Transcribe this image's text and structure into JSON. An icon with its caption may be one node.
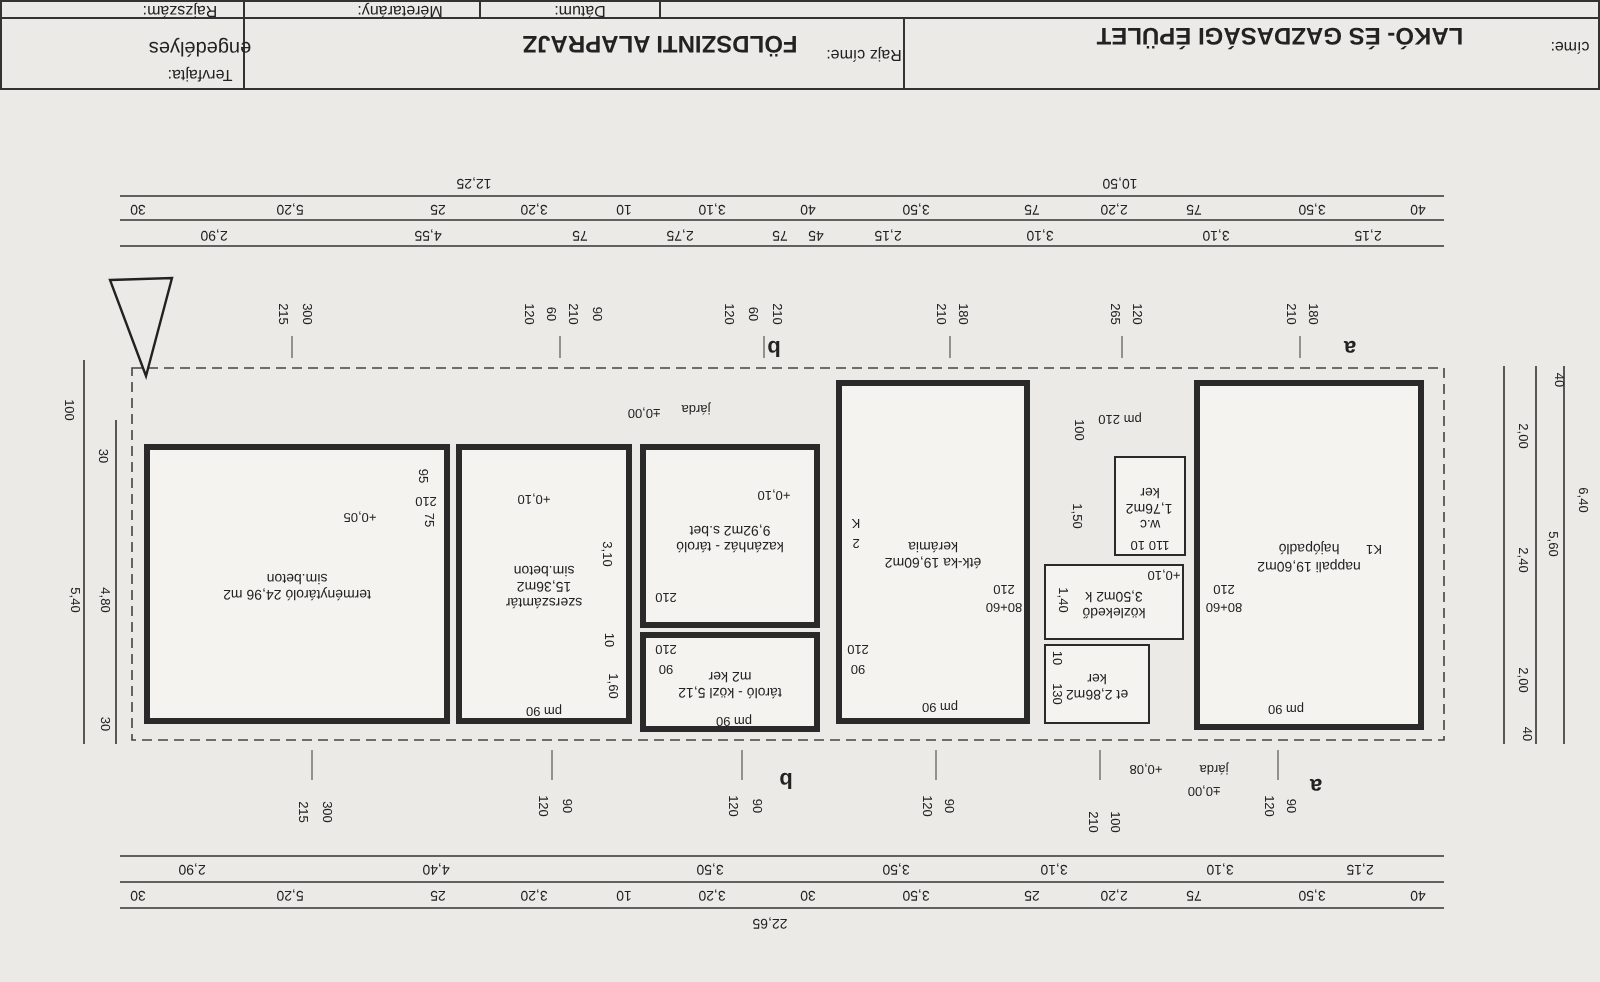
{
  "diagram": {
    "nodes": [
      {
        "text": [
          "nappali 19,60m2 hajópadló"
        ]
      },
      {
        "text": [
          "w.c 1,76m2 ker"
        ]
      },
      {
        "text": [
          "közlekedő 3,50m2 k"
        ]
      },
      {
        "text": [
          "et 2,86m2 ker"
        ]
      },
      {
        "text": [
          "étk-ka 19,60m2 kerámia"
        ]
      },
      {
        "text": [
          "kazánház - tároló 9,92m2 s.bet"
        ]
      },
      {
        "text": [
          "tároló - közl 5,12 m2 ker"
        ]
      },
      {
        "text": [
          "szerszámtár 15,36m2 sim.beton"
        ]
      },
      {
        "text": [
          "terménytároló 24,96 m2 sim.beton"
        ]
      }
    ],
    "labels": [
      "címe:",
      "LAKÓ- ÉS GAZDASÁGI ÉPÜLET",
      "Rajz címe:",
      "FÖLDSZINTI ALAPRAJZ",
      "Tervfajta:",
      "engedélyes",
      "Dátum:",
      "Méretarány:",
      "Rajzszám:",
      "12,25",
      "10,50",
      "40",
      "3,50",
      "75",
      "2,20",
      "75",
      "3,50",
      "40",
      "3,10",
      "10",
      "3,20",
      "25",
      "5,20",
      "30",
      "2,15",
      "3,10",
      "3,10",
      "2,15",
      "45",
      "75",
      "2,75",
      "75",
      "4,55",
      "2,90",
      "215",
      "300",
      "120",
      "60",
      "210",
      "90",
      "120",
      "60",
      "210",
      "210",
      "180",
      "265",
      "120",
      "210",
      "180",
      "100",
      "30",
      "5,40",
      "4,80",
      "30",
      "40",
      "2,00",
      "2,40",
      "2,00",
      "40",
      "5,60",
      "6,40",
      "+0,05",
      "95",
      "210",
      "75",
      "+0,10",
      "3,10",
      "10",
      "1,60",
      "pm 90",
      "±0,00",
      "járda",
      "+0,10",
      "210",
      "210",
      "90",
      "pm 90",
      "K",
      "2",
      "210",
      "90",
      "pm 90",
      "210",
      "80+60",
      "pm 210",
      "100",
      "1,50",
      "110 10",
      "1,40",
      "+0,10",
      "10",
      "130",
      "210",
      "80+60",
      "K1",
      "pm 90",
      "+0,08",
      "járda",
      "±0,00",
      "a",
      "a",
      "b",
      "b",
      "300",
      "215",
      "120",
      "90",
      "120",
      "90",
      "120",
      "90",
      "210",
      "100",
      "120",
      "90",
      "2,90",
      "4,40",
      "3,50",
      "3,50",
      "3,10",
      "3,10",
      "2,15",
      "30",
      "5,20",
      "25",
      "3,20",
      "10",
      "3,20",
      "30",
      "3,50",
      "25",
      "2,20",
      "75",
      "3,50",
      "40",
      "22,65"
    ]
  }
}
